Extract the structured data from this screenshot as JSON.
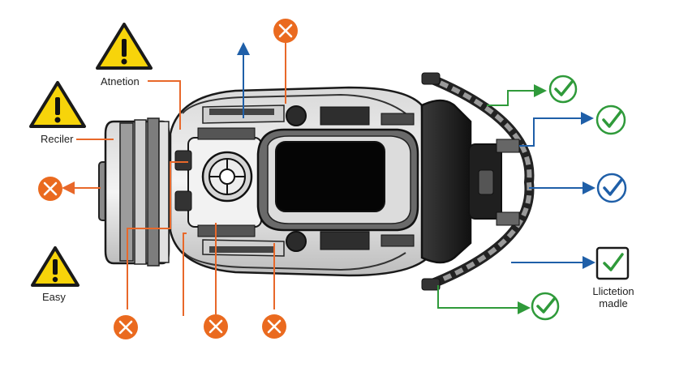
{
  "labels": {
    "attention": "Atnetion",
    "reciler": "Reciler",
    "easy": "Easy",
    "module_line1": "Llictetion",
    "module_line2": "madle"
  },
  "colors": {
    "warning_fill": "#f7d40a",
    "warning_stroke": "#1a1a1a",
    "error_orange": "#ea6a1f",
    "check_green": "#2f9a3a",
    "check_blue": "#1f5fa8",
    "line_orange": "#e8682a",
    "line_green": "#2f9a3a",
    "line_blue": "#1f5fa8"
  },
  "icons": {
    "warning": "warning-triangle-icon",
    "error": "error-x-circle-icon",
    "check": "check-circle-icon",
    "checkbox": "checked-box-icon"
  }
}
